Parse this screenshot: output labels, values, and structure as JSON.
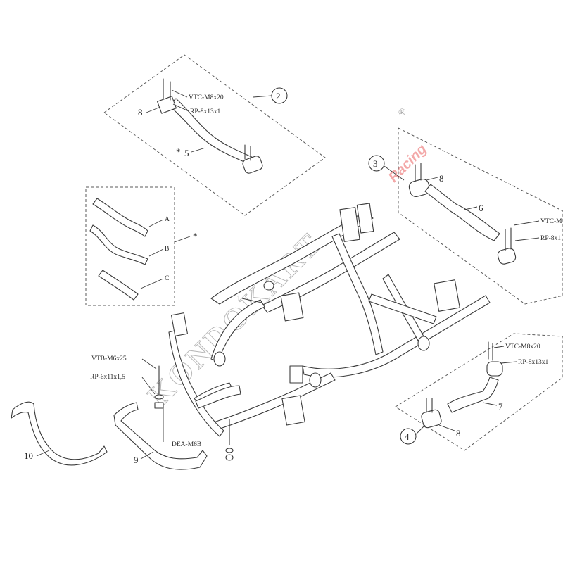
{
  "watermark": {
    "brand": "KONDOKART",
    "sub": "Racing",
    "mark": "®"
  },
  "callouts": {
    "group2": "2",
    "group3": "3",
    "group4": "4",
    "item1": "1",
    "item5": "5",
    "item5_star": "*",
    "item6": "6",
    "item7": "7",
    "item8_top": "8",
    "item8_right": "8",
    "item8_bottom": "8",
    "item9": "9",
    "item10": "10",
    "star": "*",
    "A": "A",
    "B": "B",
    "C": "C"
  },
  "hardware": {
    "top_screw": "VTC-M8x20",
    "top_washer": "RP-8x13x1",
    "right_screw": "VTC-M",
    "right_washer": "RP-8x1",
    "lower_screw": "VTC-M8x20",
    "lower_washer": "RP-8x13x1",
    "left_screw": "VTB-M6x25",
    "left_washer": "RP-6x11x1,5",
    "left_nut": "DEA-M6B"
  }
}
